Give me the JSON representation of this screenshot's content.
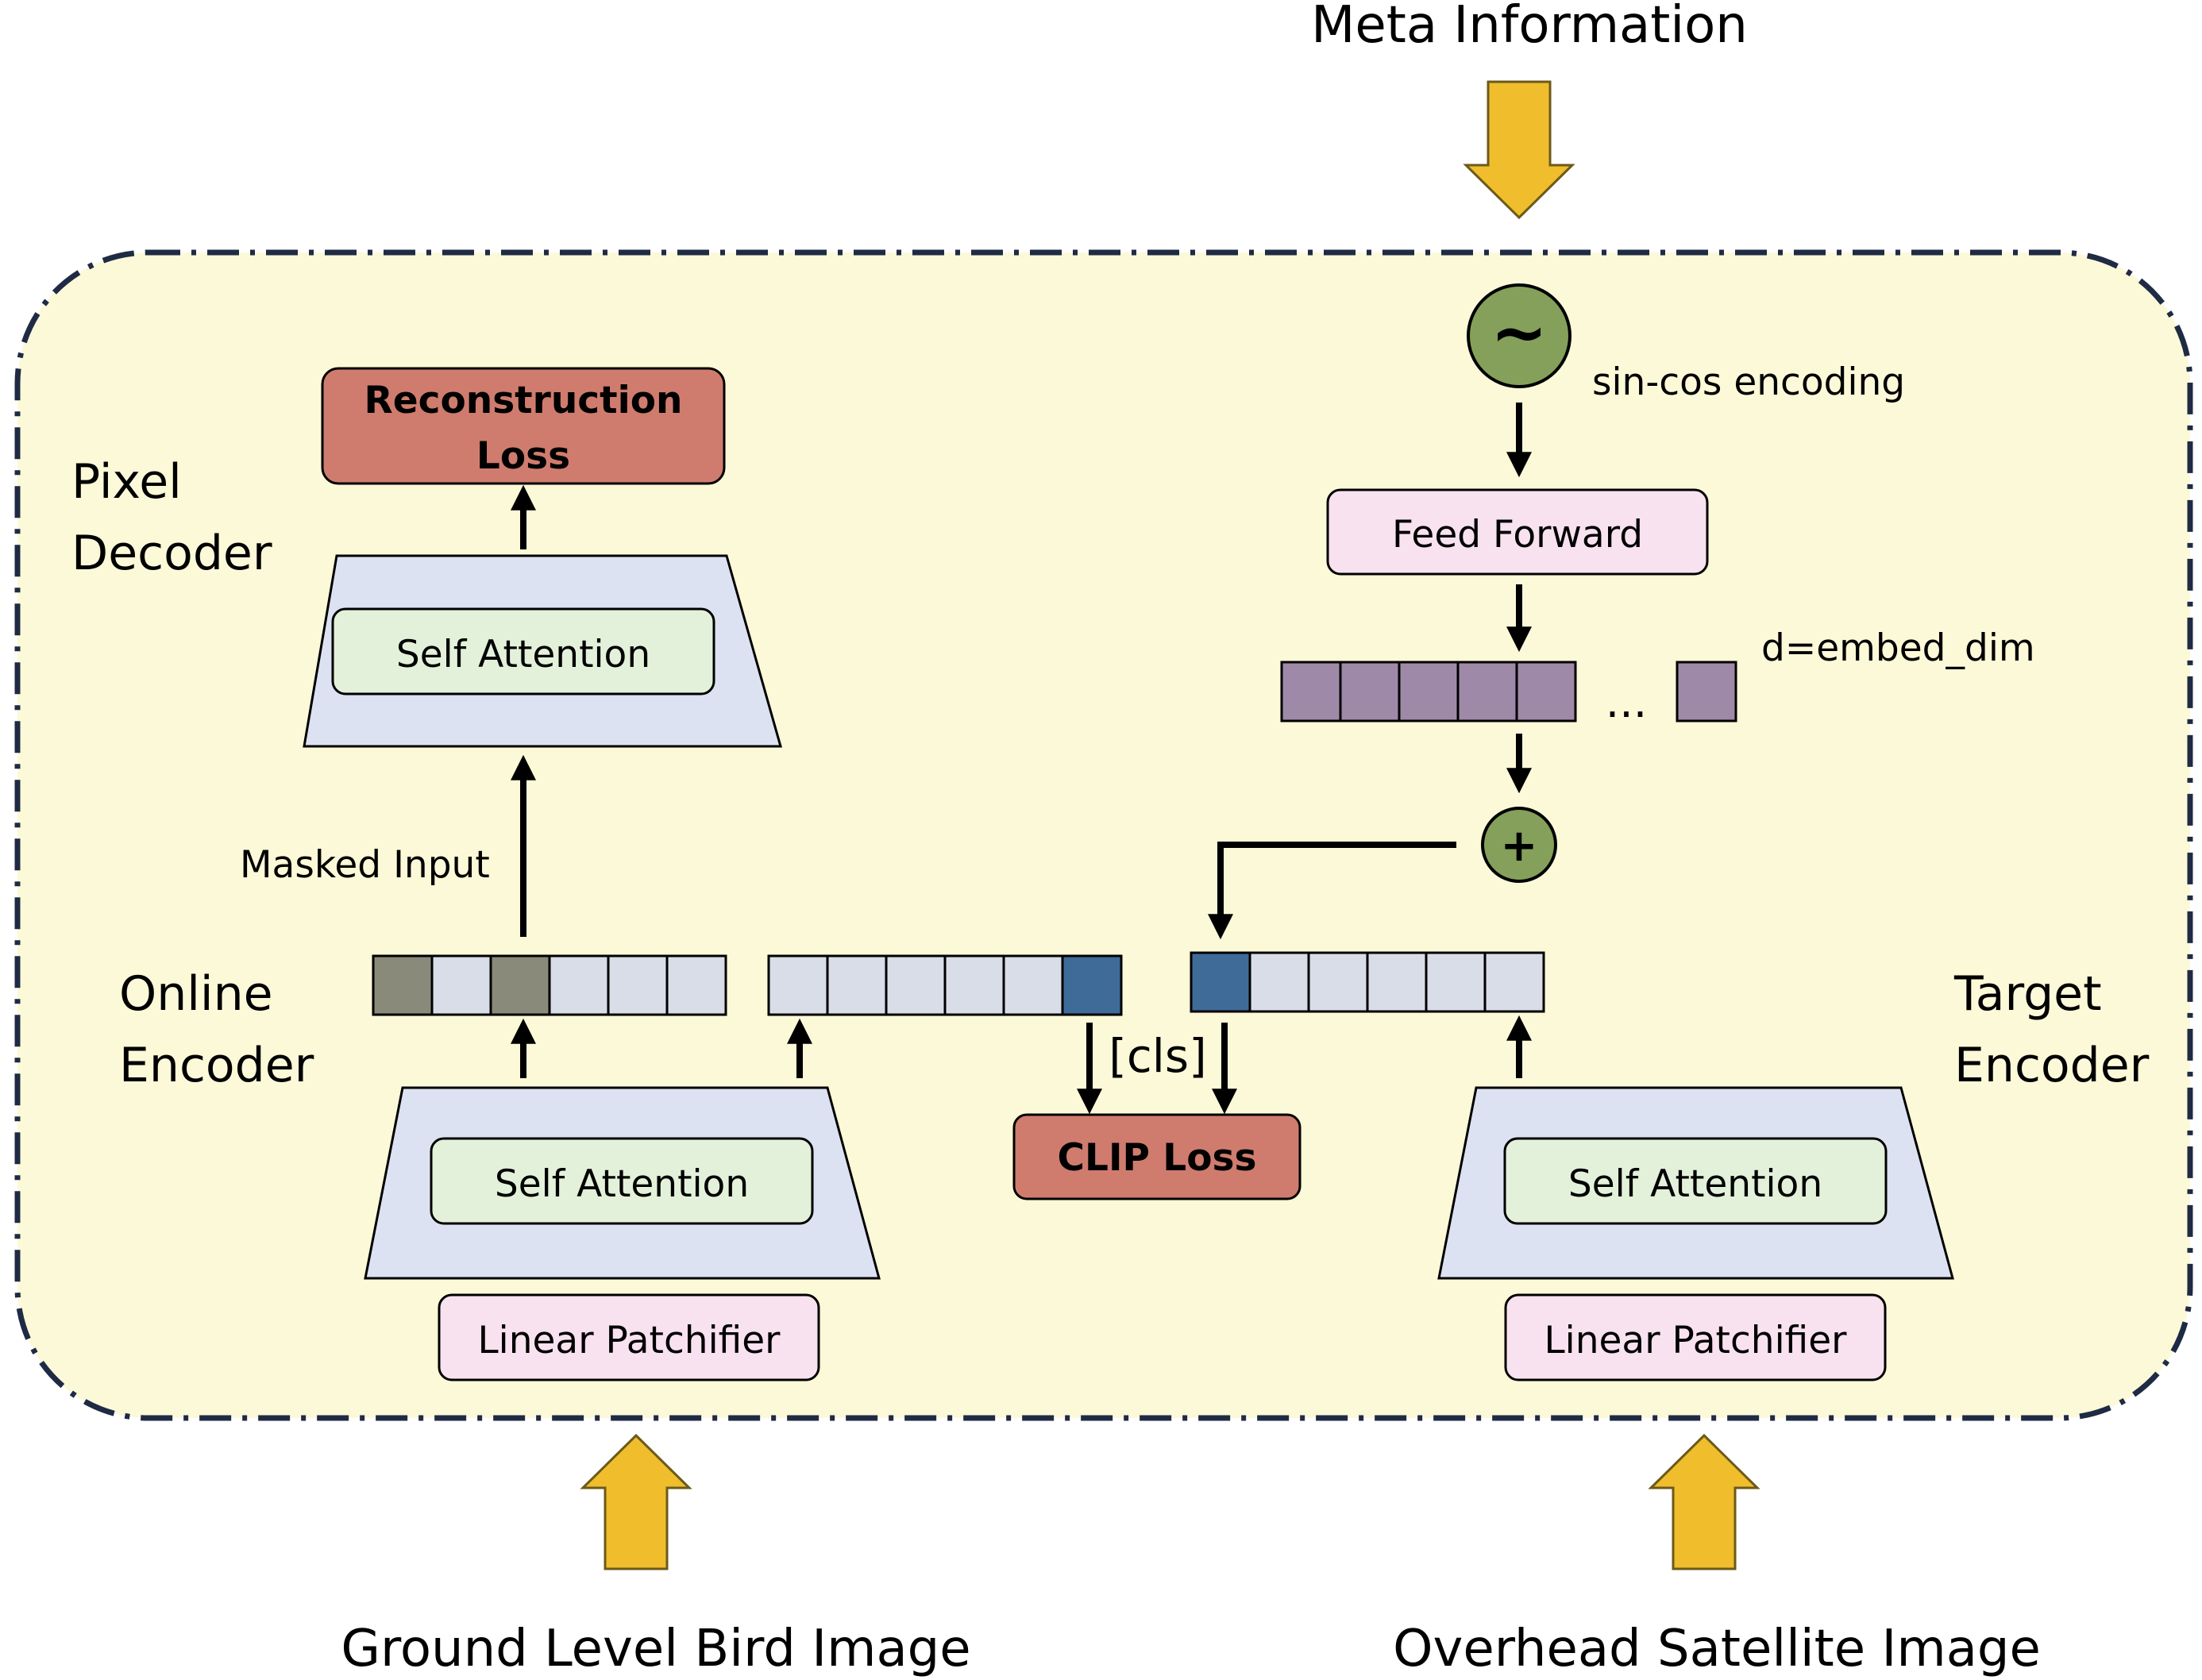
{
  "inputs": {
    "meta": "Meta Information",
    "ground": "Ground Level Bird Image",
    "overhead": "Overhead Satellite Image"
  },
  "pixel_decoder": {
    "label_line1": "Pixel",
    "label_line2": "Decoder",
    "block": "Self Attention",
    "loss_line1": "Reconstruction",
    "loss_line2": "Loss"
  },
  "online_encoder": {
    "label_line1": "Online",
    "label_line2": "Encoder",
    "block": "Self Attention",
    "patchifier": "Linear Patchifier",
    "masked_label": "Masked Input"
  },
  "target_encoder": {
    "label_line1": "Target",
    "label_line2": "Encoder",
    "block": "Self Attention",
    "patchifier": "Linear Patchifier"
  },
  "meta_branch": {
    "encoding_symbol": "~",
    "encoding_label": "sin-cos encoding",
    "feed_forward": "Feed Forward",
    "ellipsis": "...",
    "embed_label": "d=embed_dim",
    "plus_symbol": "+"
  },
  "clip": {
    "cls_label": "[cls]",
    "loss": "CLIP Loss"
  },
  "colors": {
    "container_fill": "#fcf9d8",
    "container_border": "#1f2a44",
    "input_arrow": "#f0bd2c",
    "loss_fill": "#cf7c6e",
    "trapezoid_fill": "#dde2f2",
    "attention_fill": "#e3f1da",
    "patchifier_fill": "#f8e2ef",
    "token_fill": "#d9dde8",
    "masked_token": "#8a8a7a",
    "cls_token": "#3f6b99",
    "embed_token": "#9e8aa8",
    "circle_fill": "#84a05a"
  }
}
